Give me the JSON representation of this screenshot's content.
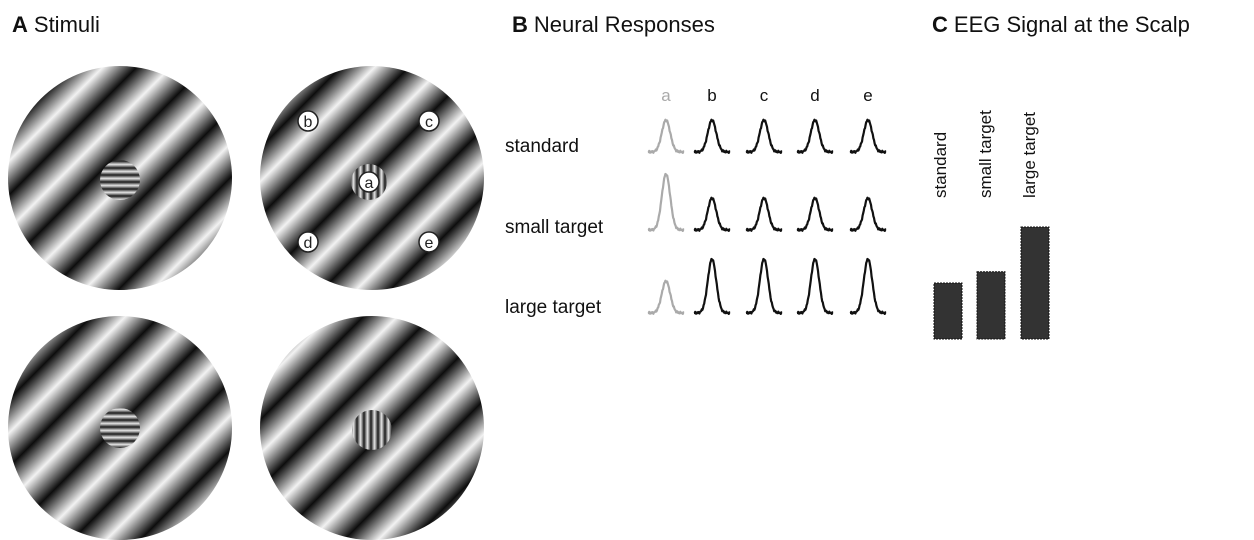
{
  "panels": {
    "a": {
      "letter": "A",
      "title": "Stimuli"
    },
    "b": {
      "letter": "B",
      "title": "Neural Responses"
    },
    "c": {
      "letter": "C",
      "title": "EEG Signal at the Scalp"
    }
  },
  "stimuli": {
    "location_markers": [
      "a",
      "b",
      "c",
      "d",
      "e"
    ]
  },
  "neural": {
    "column_labels": [
      "a",
      "b",
      "c",
      "d",
      "e"
    ],
    "row_labels": [
      "standard",
      "small target",
      "large target"
    ],
    "colors": {
      "location_a": "#aaaaaa",
      "other": "#111111"
    }
  },
  "eeg": {
    "chart_data": {
      "type": "bar",
      "categories": [
        "standard",
        "small target",
        "large target"
      ],
      "values": [
        1.0,
        1.2,
        2.0
      ],
      "bar_color": "#333333"
    }
  }
}
